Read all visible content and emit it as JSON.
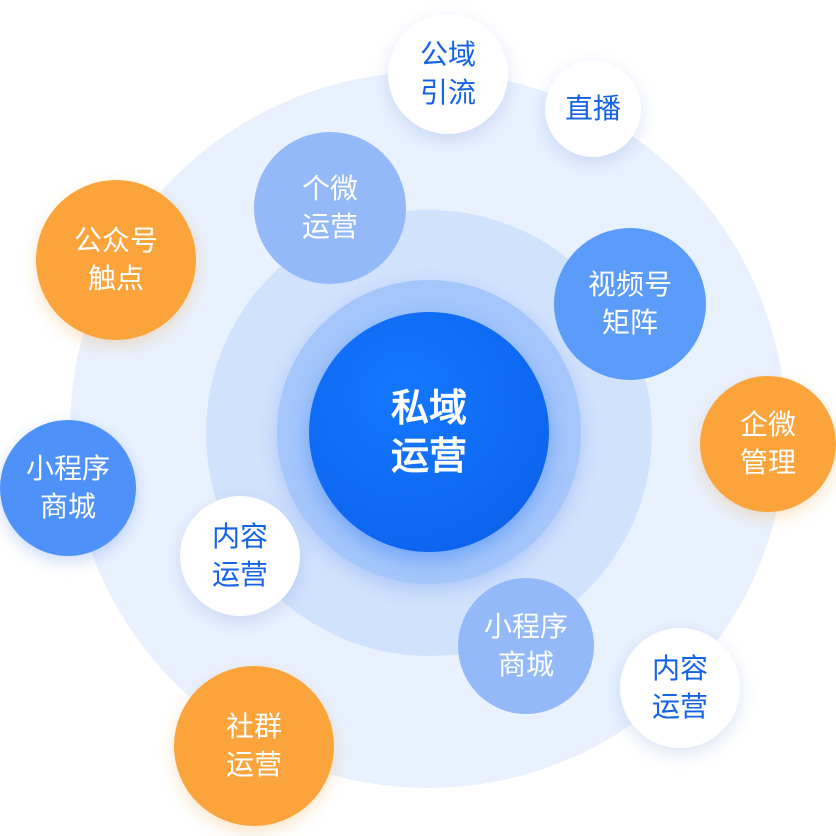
{
  "center": {
    "line1": "私域",
    "line2": "运营"
  },
  "nodes": {
    "public_traffic": {
      "line1": "公域",
      "line2": "引流"
    },
    "live": {
      "line1": "直播"
    },
    "personal_wechat": {
      "line1": "个微",
      "line2": "运营"
    },
    "official_account": {
      "line1": "公众号",
      "line2": "触点"
    },
    "channels_matrix": {
      "line1": "视频号",
      "line2": "矩阵"
    },
    "wecom_management": {
      "line1": "企微",
      "line2": "管理"
    },
    "miniprogram_left": {
      "line1": "小程序",
      "line2": "商城"
    },
    "content_inner": {
      "line1": "内容",
      "line2": "运营"
    },
    "miniprogram_inner": {
      "line1": "小程序",
      "line2": "商城"
    },
    "content_outer": {
      "line1": "内容",
      "line2": "运营"
    },
    "community": {
      "line1": "社群",
      "line2": "运营"
    }
  },
  "colors": {
    "center": "#0d66f0",
    "orange": "#fba43c",
    "blue": "#4e91f8",
    "light_blue": "#93b9f9",
    "ring_outer": "#e9f1fe",
    "ring_middle": "#d1e2fd",
    "ring_inner": "#a5c6fb",
    "white_node_text": "#1463e6"
  }
}
